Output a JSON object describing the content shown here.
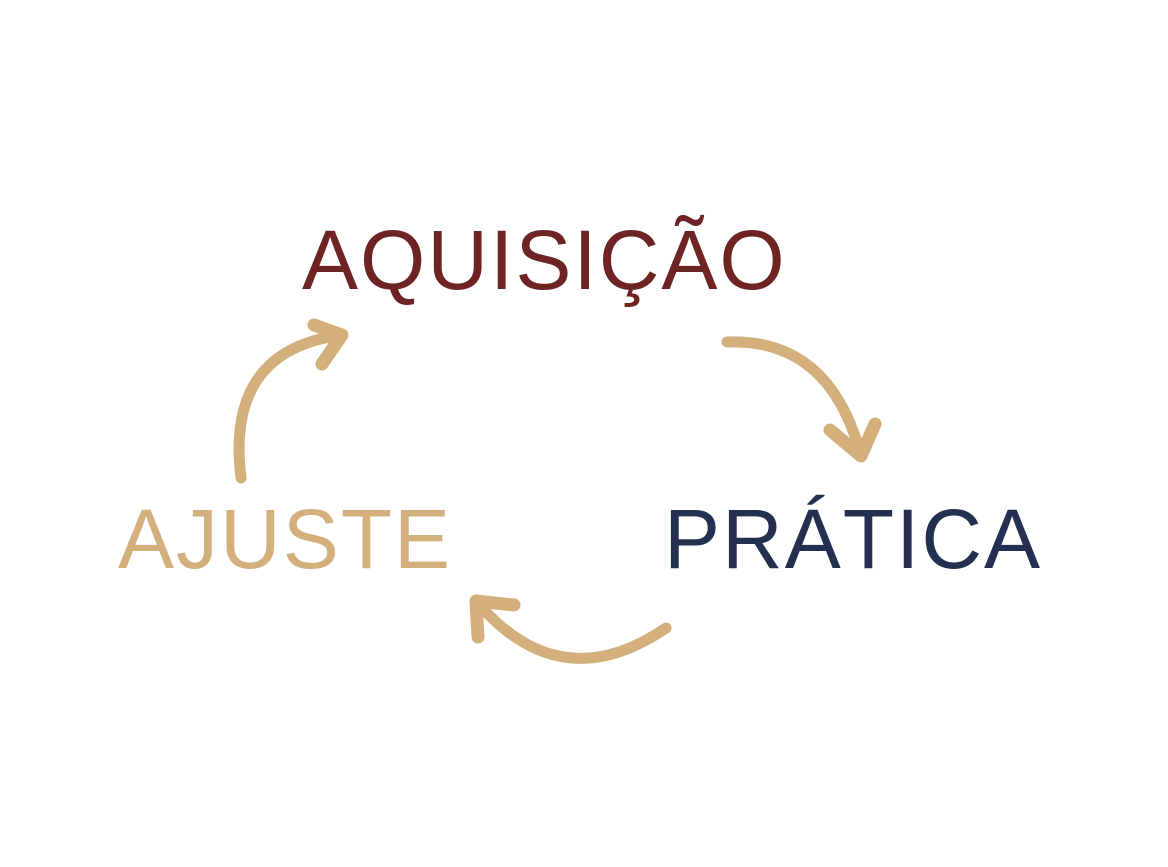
{
  "cycle": {
    "steps": [
      {
        "label": "AQUISIÇÃO",
        "color": "#6e2424"
      },
      {
        "label": "PRÁTICA",
        "color": "#23304f"
      },
      {
        "label": "AJUSTE",
        "color": "#d4b07d"
      }
    ],
    "arrow_color": "#d4b07d"
  }
}
